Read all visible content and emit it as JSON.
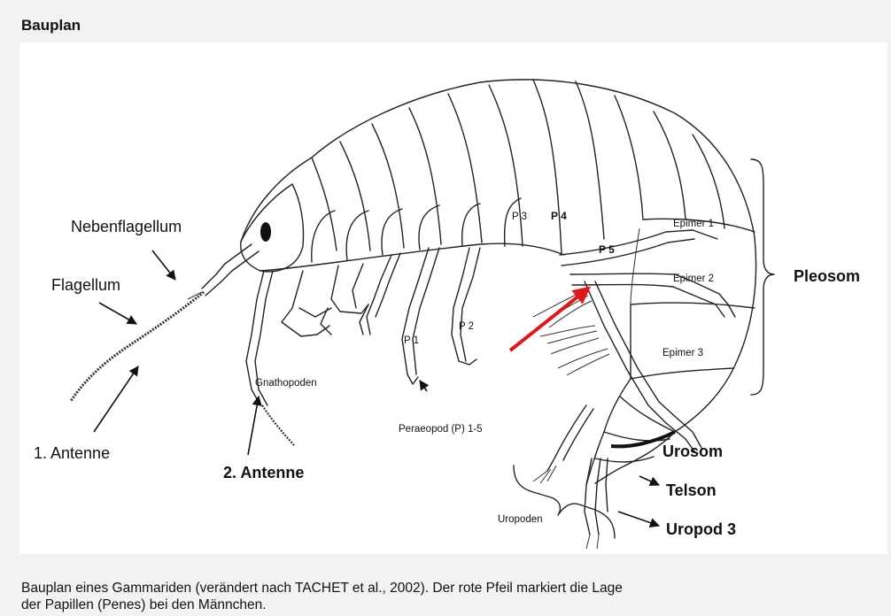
{
  "title": "Bauplan",
  "caption": {
    "line1": "Bauplan eines Gammariden (verändert nach TACHET et al., 2002). Der rote Pfeil markiert die Lage",
    "line2": "der Papillen (Penes) bei den Männchen."
  },
  "labels": {
    "nebenflagellum": "Nebenflagellum",
    "flagellum": "Flagellum",
    "antenne1": "1. Antenne",
    "antenne2": "2. Antenne",
    "gnathopoden": "Gnathopoden",
    "p1": "P 1",
    "p2": "P 2",
    "p3": "P 3",
    "p4": "P 4",
    "p5": "P 5",
    "peraeopod": "Peraeopod (P) 1-5",
    "epimer1": "Epimer 1",
    "epimer2": "Epimer 2",
    "epimer3": "Epimer 3",
    "pleosom": "Pleosom",
    "urosom": "Urosom",
    "telson": "Telson",
    "uropod3": "Uropod 3",
    "uropoden": "Uropoden"
  },
  "colors": {
    "arrow_highlight": "#e0171c",
    "ink": "#222222",
    "frame_background": "#f2f2f2"
  }
}
